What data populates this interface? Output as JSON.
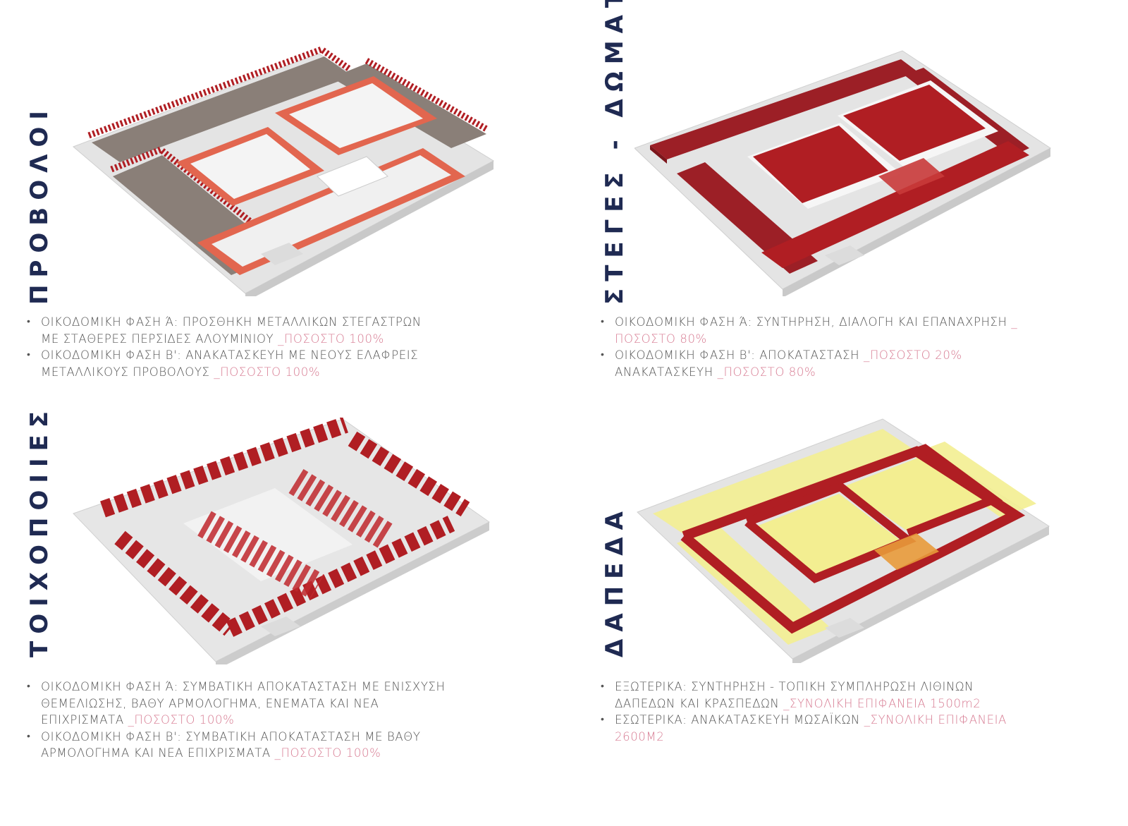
{
  "panels": [
    {
      "id": "provoloi",
      "title": "ΠΡΟΒΟΛΟΙ",
      "items": [
        {
          "lines": [
            [
              {
                "t": "ΟΙΚΟΔΟΜΙΚΗ ΦΑΣΗ Ά: ΠΡΟΣΘΗΚΗ ΜΕΤΑΛΛΙΚΩΝ ΣΤΕΓΑΣΤΡΩΝ",
                "hl": false
              }
            ],
            [
              {
                "t": "ΜΕ ΣΤΑΘΕΡΕΣ ΠΕΡΣΙΔΕΣ ΑΛΟΥΜΙΝΙΟΥ ",
                "hl": false
              },
              {
                "t": "_ΠΟΣΟΣΤΟ 100%",
                "hl": true
              }
            ]
          ]
        },
        {
          "lines": [
            [
              {
                "t": "ΟΙΚΟΔΟΜΙΚΗ ΦΑΣΗ Β': ΑΝΑΚΑΤΑΣΚΕΥΗ ΜΕ ΝΕΟΥΣ ΕΛΑΦΡΕΙΣ",
                "hl": false
              }
            ],
            [
              {
                "t": "ΜΕΤΑΛΛΙΚΟΥΣ ΠΡΟΒΟΛΟΥΣ ",
                "hl": false
              },
              {
                "t": "_ΠΟΣΟΣΤΟ 100%",
                "hl": true
              }
            ]
          ]
        }
      ]
    },
    {
      "id": "steges",
      "title": "ΣΤΕΓΕΣ - ΔΩΜΑΤΑ",
      "items": [
        {
          "lines": [
            [
              {
                "t": "ΟΙΚΟΔΟΜΙΚΗ ΦΑΣΗ Ά: ΣΥΝΤΗΡΗΣΗ, ΔΙΑΛΟΓΗ ΚΑΙ ΕΠΑΝΑΧΡΗΣΗ ",
                "hl": false
              },
              {
                "t": "_",
                "hl": true
              }
            ],
            [
              {
                "t": "ΠΟΣΟΣΤΟ 80%",
                "hl": true
              }
            ]
          ]
        },
        {
          "lines": [
            [
              {
                "t": "ΟΙΚΟΔΟΜΙΚΗ ΦΑΣΗ Β': ΑΠΟΚΑΤΑΣΤΑΣΗ ",
                "hl": false
              },
              {
                "t": "_ΠΟΣΟΣΤΟ 20%",
                "hl": true
              }
            ],
            [
              {
                "t": "ΑΝΑΚΑΤΑΣΚΕΥΗ ",
                "hl": false
              },
              {
                "t": "_ΠΟΣΟΣΤΟ 80%",
                "hl": true
              }
            ]
          ]
        }
      ]
    },
    {
      "id": "toixopoiies",
      "title": "ΤΟΙΧΟΠΟΙΙΕΣ",
      "items": [
        {
          "lines": [
            [
              {
                "t": "ΟΙΚΟΔΟΜΙΚΗ ΦΑΣΗ Ά: ΣΥΜΒΑΤΙΚΗ ΑΠΟΚΑΤΑΣΤΑΣΗ ΜΕ ΕΝΙΣΧΥΣΗ",
                "hl": false
              }
            ],
            [
              {
                "t": "ΘΕΜΕΛΙΩΣΗΣ, ΒΑΘΥ ΑΡΜΟΛΟΓΗΜΑ, ΕΝΕΜΑΤΑ ΚΑΙ ΝΕΑ",
                "hl": false
              }
            ],
            [
              {
                "t": "ΕΠΙΧΡΙΣΜΑΤΑ ",
                "hl": false
              },
              {
                "t": "_ΠΟΣΟΣΤΟ 100%",
                "hl": true
              }
            ]
          ]
        },
        {
          "lines": [
            [
              {
                "t": "ΟΙΚΟΔΟΜΙΚΗ ΦΑΣΗ Β': ΣΥΜΒΑΤΙΚΗ ΑΠΟΚΑΤΑΣΤΑΣΗ ΜΕ ΒΑΘΥ",
                "hl": false
              }
            ],
            [
              {
                "t": "ΑΡΜΟΛΟΓΗΜΑ ΚΑΙ ΝΕΑ ΕΠΙΧΡΙΣΜΑΤΑ  ",
                "hl": false
              },
              {
                "t": "_ΠΟΣΟΣΤΟ 100%",
                "hl": true
              }
            ]
          ]
        }
      ]
    },
    {
      "id": "dapeda",
      "title": "ΔΑΠΕΔΑ",
      "items": [
        {
          "lines": [
            [
              {
                "t": "ΕΞΩΤΕΡΙΚΑ: ΣΥΝΤΗΡΗΣΗ - ΤΟΠΙΚΗ ΣΥΜΠΛΗΡΩΣΗ ΛΙΘΙΝΩΝ",
                "hl": false
              }
            ],
            [
              {
                "t": "ΔΑΠΕΔΩΝ ΚΑΙ ΚΡΑΣΠΕΔΩΝ ",
                "hl": false
              },
              {
                "t": "_ΣΥΝΟΛΙΚΗ ΕΠΙΦΑΝΕΙΑ 1500m2",
                "hl": true
              }
            ]
          ]
        },
        {
          "lines": [
            [
              {
                "t": "ΕΣΩΤΕΡΙΚΑ: ΑΝΑΚΑΤΑΣΚΕΥΗ ΜΩΣΑΪΚΩΝ ",
                "hl": false
              },
              {
                "t": "_ΣΥΝΟΛΙΚΗ ΕΠΙΦΑΝΕΙΑ",
                "hl": true
              }
            ],
            [
              {
                "t": "2600Μ2",
                "hl": true
              }
            ]
          ]
        }
      ]
    }
  ],
  "colors": {
    "title": "#1f2a52",
    "text": "#555555",
    "highlight": "#d77b92",
    "red": "#b01e23",
    "dark_red": "#9c1f26",
    "orange": "#e2664f",
    "yellow": "#f3ee91",
    "roof_grey": "#8a7f78",
    "light_grey": "#dedede"
  }
}
